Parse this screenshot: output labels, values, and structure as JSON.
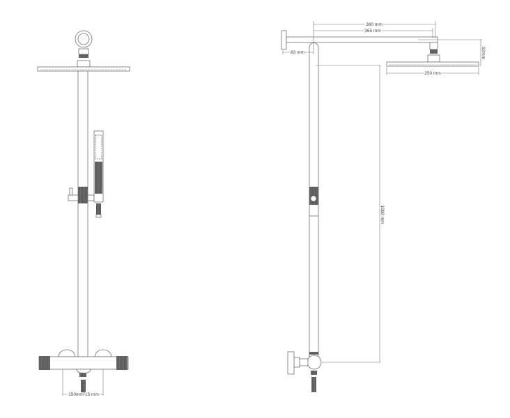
{
  "dimensions": {
    "arm_outer": "380 mm",
    "arm_inner": "365 mm",
    "wall_offset": "83 mm",
    "head_drop": "92mm",
    "head_diameter": "250 mm",
    "riser_height": "1080 mm",
    "mixer_centres": "150mm-15 mm"
  },
  "colors": {
    "line": "#6e6e6e",
    "knurl": "#5a5a5a"
  }
}
